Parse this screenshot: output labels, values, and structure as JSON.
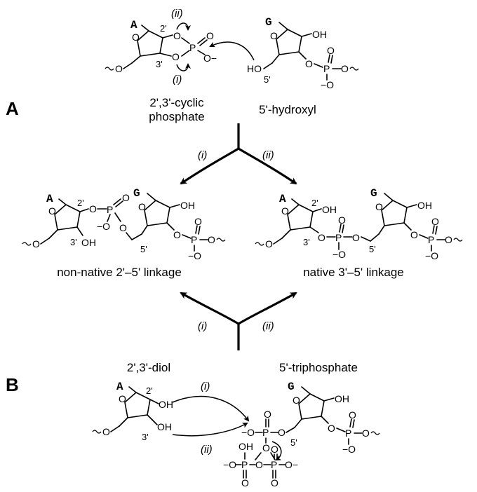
{
  "panels": {
    "a": "A",
    "b": "B"
  },
  "bases": {
    "adenosine": "A",
    "guanosine": "G"
  },
  "atoms": {
    "oxygen": "O",
    "phosphorus": "P",
    "hydroxyl": "OH",
    "ho": "HO",
    "oxide": "O",
    "minus_o": "−O",
    "o_minus": "O−",
    "o_wavy": "O"
  },
  "primes": {
    "p2": "2'",
    "p3": "3'",
    "p5": "5'"
  },
  "paths": {
    "i": "(i)",
    "ii": "(ii)",
    "i_paren": "(i)",
    "ii_paren": "(ii)"
  },
  "labels": {
    "cyclic_phosphate_1": "2',3'-cyclic",
    "cyclic_phosphate_2": "phosphate",
    "five_hydroxyl": "5'-hydroxyl",
    "non_native": "non-native 2'–5' linkage",
    "native": "native 3'–5' linkage",
    "diol": "2',3'-diol",
    "triphosphate": "5'-triphosphate"
  }
}
